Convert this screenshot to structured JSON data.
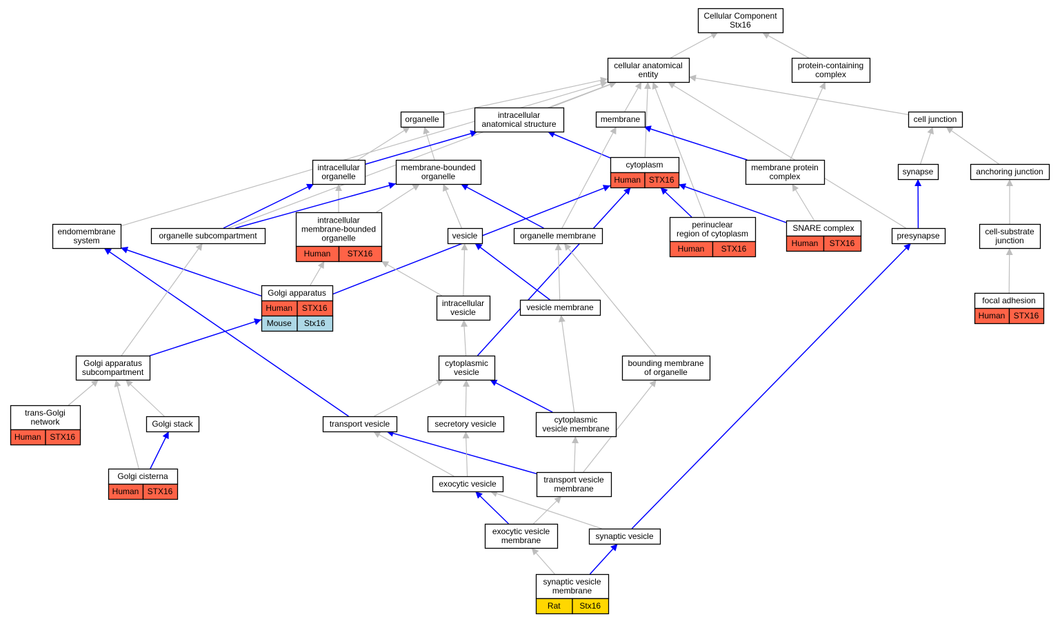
{
  "colors": {
    "edge_is_a": "#bebebe",
    "edge_part_of": "#0000ff",
    "human_cell": "#ff6347",
    "mouse_cell": "#add8e6",
    "rat_cell": "#ffd700",
    "node_border": "#000000",
    "node_fill": "#ffffff"
  },
  "nodes": [
    {
      "id": "cc_root",
      "lines": [
        "Cellular Component",
        "Stx16"
      ]
    },
    {
      "id": "cae",
      "lines": [
        "cellular anatomical",
        "entity"
      ]
    },
    {
      "id": "pcc",
      "lines": [
        "protein-containing",
        "complex"
      ]
    },
    {
      "id": "organelle",
      "lines": [
        "organelle"
      ]
    },
    {
      "id": "ias",
      "lines": [
        "intracellular",
        "anatomical structure"
      ]
    },
    {
      "id": "membrane",
      "lines": [
        "membrane"
      ]
    },
    {
      "id": "cell_junction",
      "lines": [
        "cell junction"
      ]
    },
    {
      "id": "io",
      "lines": [
        "intracellular",
        "organelle"
      ]
    },
    {
      "id": "mbo",
      "lines": [
        "membrane-bounded",
        "organelle"
      ]
    },
    {
      "id": "cytoplasm",
      "lines": [
        "cytoplasm"
      ],
      "annotations": [
        {
          "species": "Human",
          "gene": "STX16"
        }
      ]
    },
    {
      "id": "mpc",
      "lines": [
        "membrane protein",
        "complex"
      ]
    },
    {
      "id": "synapse",
      "lines": [
        "synapse"
      ]
    },
    {
      "id": "anchoring",
      "lines": [
        "anchoring junction"
      ]
    },
    {
      "id": "endomembrane",
      "lines": [
        "endomembrane",
        "system"
      ]
    },
    {
      "id": "osub",
      "lines": [
        "organelle subcompartment"
      ]
    },
    {
      "id": "imbo",
      "lines": [
        "intracellular",
        "membrane-bounded",
        "organelle"
      ],
      "annotations": [
        {
          "species": "Human",
          "gene": "STX16"
        }
      ]
    },
    {
      "id": "vesicle",
      "lines": [
        "vesicle"
      ]
    },
    {
      "id": "om",
      "lines": [
        "organelle membrane"
      ]
    },
    {
      "id": "perinuclear",
      "lines": [
        "perinuclear",
        "region of cytoplasm"
      ],
      "annotations": [
        {
          "species": "Human",
          "gene": "STX16"
        }
      ]
    },
    {
      "id": "snare",
      "lines": [
        "SNARE complex"
      ],
      "annotations": [
        {
          "species": "Human",
          "gene": "STX16"
        }
      ]
    },
    {
      "id": "presynapse",
      "lines": [
        "presynapse"
      ]
    },
    {
      "id": "csj",
      "lines": [
        "cell-substrate",
        "junction"
      ]
    },
    {
      "id": "golgi",
      "lines": [
        "Golgi apparatus"
      ],
      "annotations": [
        {
          "species": "Human",
          "gene": "STX16"
        },
        {
          "species": "Mouse",
          "gene": "Stx16"
        }
      ]
    },
    {
      "id": "iv",
      "lines": [
        "intracellular",
        "vesicle"
      ]
    },
    {
      "id": "vm",
      "lines": [
        "vesicle membrane"
      ]
    },
    {
      "id": "fa",
      "lines": [
        "focal adhesion"
      ],
      "annotations": [
        {
          "species": "Human",
          "gene": "STX16"
        }
      ]
    },
    {
      "id": "gas",
      "lines": [
        "Golgi apparatus",
        "subcompartment"
      ]
    },
    {
      "id": "cv",
      "lines": [
        "cytoplasmic",
        "vesicle"
      ]
    },
    {
      "id": "bmo",
      "lines": [
        "bounding membrane",
        "of organelle"
      ]
    },
    {
      "id": "tgn",
      "lines": [
        "trans-Golgi",
        "network"
      ],
      "annotations": [
        {
          "species": "Human",
          "gene": "STX16"
        }
      ]
    },
    {
      "id": "gstack",
      "lines": [
        "Golgi stack"
      ]
    },
    {
      "id": "tv",
      "lines": [
        "transport vesicle"
      ]
    },
    {
      "id": "sv",
      "lines": [
        "secretory vesicle"
      ]
    },
    {
      "id": "cvm",
      "lines": [
        "cytoplasmic",
        "vesicle membrane"
      ]
    },
    {
      "id": "gcist",
      "lines": [
        "Golgi cisterna"
      ],
      "annotations": [
        {
          "species": "Human",
          "gene": "STX16"
        }
      ]
    },
    {
      "id": "ev",
      "lines": [
        "exocytic vesicle"
      ]
    },
    {
      "id": "tvm",
      "lines": [
        "transport vesicle",
        "membrane"
      ]
    },
    {
      "id": "evm",
      "lines": [
        "exocytic vesicle",
        "membrane"
      ]
    },
    {
      "id": "synv",
      "lines": [
        "synaptic vesicle"
      ]
    },
    {
      "id": "svm",
      "lines": [
        "synaptic vesicle",
        "membrane"
      ],
      "annotations": [
        {
          "species": "Rat",
          "gene": "Stx16"
        }
      ]
    }
  ],
  "edges": [
    {
      "from": "cae",
      "to": "cc_root",
      "type": "is_a"
    },
    {
      "from": "pcc",
      "to": "cc_root",
      "type": "is_a"
    },
    {
      "from": "organelle",
      "to": "cae",
      "type": "is_a"
    },
    {
      "from": "ias",
      "to": "cae",
      "type": "is_a"
    },
    {
      "from": "membrane",
      "to": "cae",
      "type": "is_a"
    },
    {
      "from": "cell_junction",
      "to": "cae",
      "type": "is_a"
    },
    {
      "from": "endomembrane",
      "to": "cae",
      "type": "is_a"
    },
    {
      "from": "osub",
      "to": "cae",
      "type": "is_a"
    },
    {
      "from": "cytoplasm",
      "to": "cae",
      "type": "is_a"
    },
    {
      "from": "perinuclear",
      "to": "cae",
      "type": "is_a"
    },
    {
      "from": "presynapse",
      "to": "cae",
      "type": "is_a"
    },
    {
      "from": "io",
      "to": "organelle",
      "type": "is_a"
    },
    {
      "from": "mbo",
      "to": "organelle",
      "type": "is_a"
    },
    {
      "from": "io",
      "to": "ias",
      "type": "part_of"
    },
    {
      "from": "cytoplasm",
      "to": "ias",
      "type": "part_of"
    },
    {
      "from": "mpc",
      "to": "membrane",
      "type": "part_of"
    },
    {
      "from": "om",
      "to": "membrane",
      "type": "is_a"
    },
    {
      "from": "mpc",
      "to": "pcc",
      "type": "is_a"
    },
    {
      "from": "synapse",
      "to": "cell_junction",
      "type": "is_a"
    },
    {
      "from": "anchoring",
      "to": "cell_junction",
      "type": "is_a"
    },
    {
      "from": "osub",
      "to": "io",
      "type": "part_of"
    },
    {
      "from": "imbo",
      "to": "io",
      "type": "is_a"
    },
    {
      "from": "osub",
      "to": "mbo",
      "type": "part_of"
    },
    {
      "from": "imbo",
      "to": "mbo",
      "type": "is_a"
    },
    {
      "from": "vesicle",
      "to": "mbo",
      "type": "is_a"
    },
    {
      "from": "om",
      "to": "mbo",
      "type": "part_of"
    },
    {
      "from": "golgi",
      "to": "cytoplasm",
      "type": "part_of"
    },
    {
      "from": "perinuclear",
      "to": "cytoplasm",
      "type": "part_of"
    },
    {
      "from": "snare",
      "to": "cytoplasm",
      "type": "part_of"
    },
    {
      "from": "cv",
      "to": "cytoplasm",
      "type": "part_of"
    },
    {
      "from": "snare",
      "to": "mpc",
      "type": "is_a"
    },
    {
      "from": "presynapse",
      "to": "synapse",
      "type": "part_of"
    },
    {
      "from": "csj",
      "to": "anchoring",
      "type": "is_a"
    },
    {
      "from": "fa",
      "to": "csj",
      "type": "is_a"
    },
    {
      "from": "golgi",
      "to": "endomembrane",
      "type": "part_of"
    },
    {
      "from": "tv",
      "to": "endomembrane",
      "type": "part_of"
    },
    {
      "from": "gas",
      "to": "osub",
      "type": "is_a"
    },
    {
      "from": "golgi",
      "to": "imbo",
      "type": "is_a"
    },
    {
      "from": "iv",
      "to": "imbo",
      "type": "is_a"
    },
    {
      "from": "iv",
      "to": "vesicle",
      "type": "is_a"
    },
    {
      "from": "vm",
      "to": "vesicle",
      "type": "part_of"
    },
    {
      "from": "vm",
      "to": "om",
      "type": "is_a"
    },
    {
      "from": "bmo",
      "to": "om",
      "type": "is_a"
    },
    {
      "from": "synv",
      "to": "presynapse",
      "type": "part_of"
    },
    {
      "from": "gas",
      "to": "golgi",
      "type": "part_of"
    },
    {
      "from": "cv",
      "to": "iv",
      "type": "is_a"
    },
    {
      "from": "cvm",
      "to": "vm",
      "type": "is_a"
    },
    {
      "from": "tgn",
      "to": "gas",
      "type": "is_a"
    },
    {
      "from": "gstack",
      "to": "gas",
      "type": "is_a"
    },
    {
      "from": "gcist",
      "to": "gas",
      "type": "is_a"
    },
    {
      "from": "tv",
      "to": "cv",
      "type": "is_a"
    },
    {
      "from": "sv",
      "to": "cv",
      "type": "is_a"
    },
    {
      "from": "cvm",
      "to": "cv",
      "type": "part_of"
    },
    {
      "from": "tvm",
      "to": "bmo",
      "type": "is_a"
    },
    {
      "from": "gcist",
      "to": "gstack",
      "type": "part_of"
    },
    {
      "from": "ev",
      "to": "tv",
      "type": "is_a"
    },
    {
      "from": "tvm",
      "to": "tv",
      "type": "part_of"
    },
    {
      "from": "ev",
      "to": "sv",
      "type": "is_a"
    },
    {
      "from": "tvm",
      "to": "cvm",
      "type": "is_a"
    },
    {
      "from": "evm",
      "to": "ev",
      "type": "part_of"
    },
    {
      "from": "synv",
      "to": "ev",
      "type": "is_a"
    },
    {
      "from": "evm",
      "to": "tvm",
      "type": "is_a"
    },
    {
      "from": "svm",
      "to": "evm",
      "type": "is_a"
    },
    {
      "from": "svm",
      "to": "synv",
      "type": "part_of"
    }
  ]
}
